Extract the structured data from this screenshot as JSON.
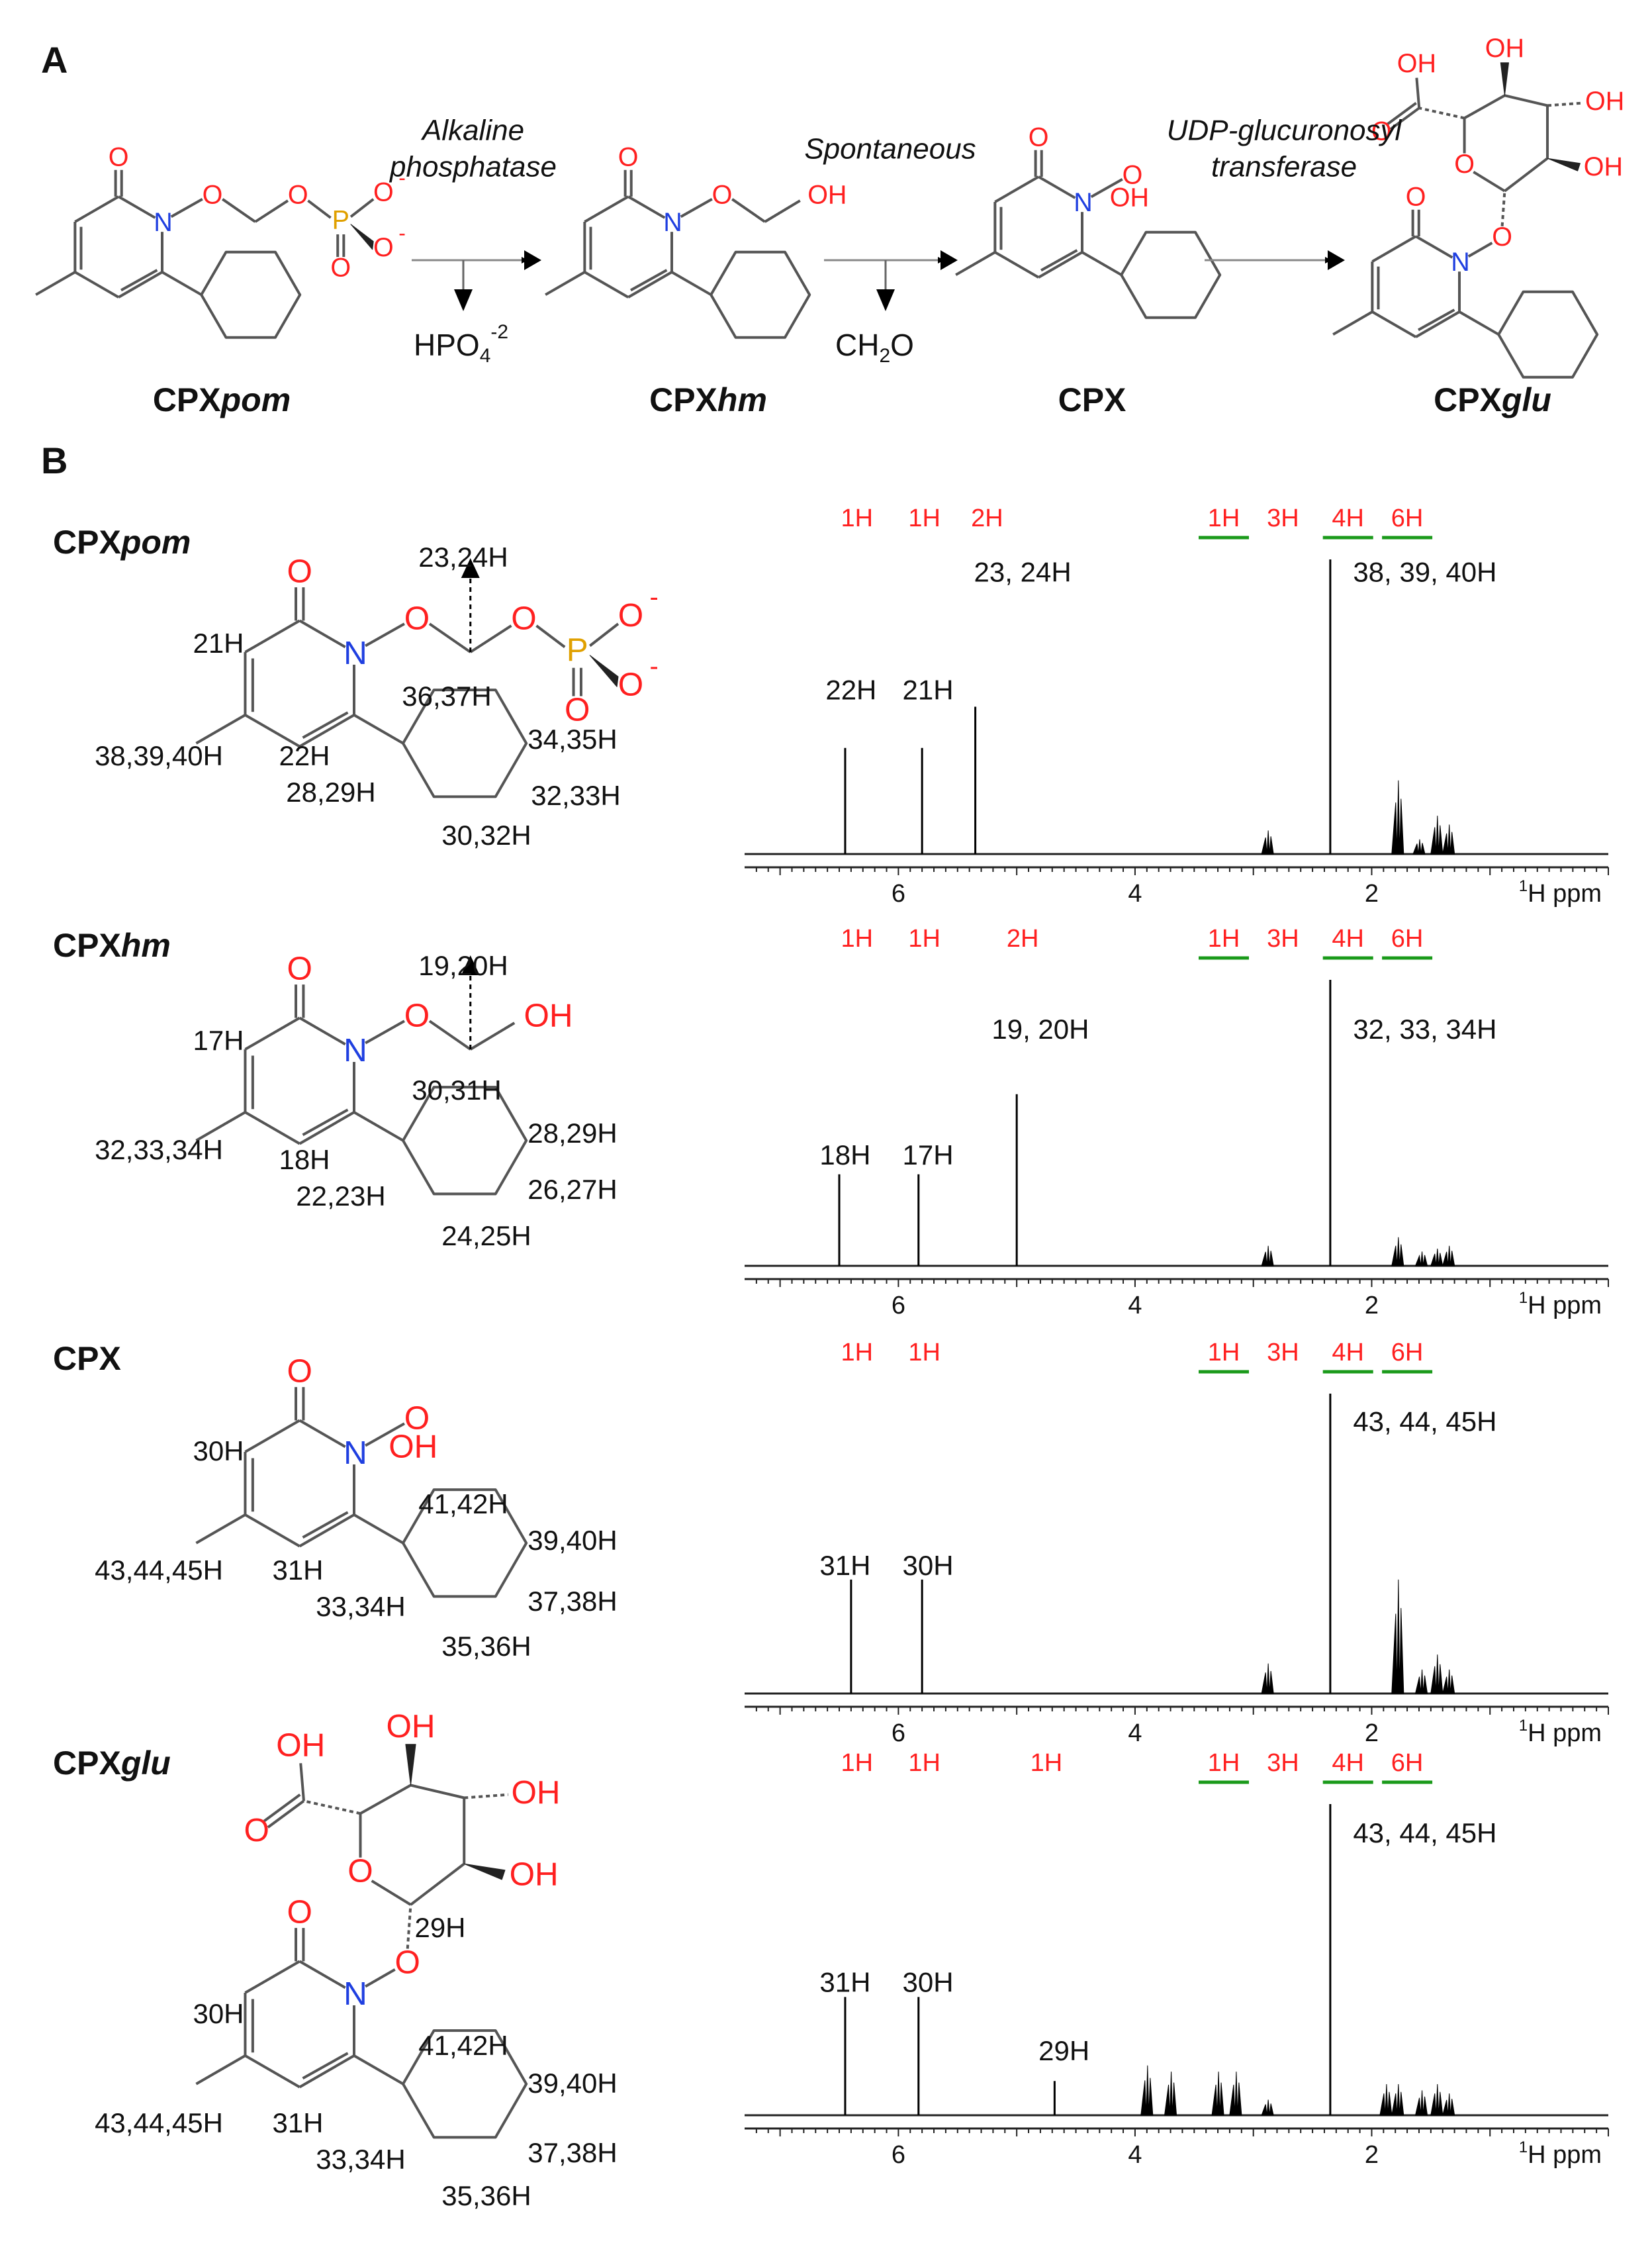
{
  "panel_a": {
    "label": "A",
    "compounds": [
      "CPXpom",
      "CPXhm",
      "CPX",
      "CPXglu"
    ],
    "compound_names": [
      {
        "prefix": "CPX",
        "suffix": "pom"
      },
      {
        "prefix": "CPX",
        "suffix": "hm"
      },
      {
        "prefix": "CPX",
        "suffix": ""
      },
      {
        "prefix": "CPX",
        "suffix": "glu"
      }
    ],
    "steps": [
      {
        "enzyme": [
          "Alkaline",
          "phosphatase"
        ],
        "byproduct": "HPO4-2"
      },
      {
        "enzyme": [
          "Spontaneous"
        ],
        "byproduct": "CH2O"
      },
      {
        "enzyme": [
          "UDP-glucuronosyl",
          "transferase"
        ],
        "byproduct": ""
      }
    ],
    "byproduct_parts": [
      {
        "base": "HPO",
        "sub": "4",
        "sup": "-2"
      },
      {
        "base": "CH",
        "sub": "2",
        "after": "O"
      }
    ]
  },
  "panel_b": {
    "label": "B",
    "axis": {
      "ticks": [
        6,
        4,
        2
      ],
      "unit": "¹H ppm",
      "unit_sup": "1",
      "unit_text": "H ppm",
      "xlim": [
        7.3,
        0
      ]
    },
    "colors": {
      "integration_red": "#ff2020",
      "underline_green": "#1a9a1a",
      "heteroatom_red": "#ff2020",
      "nitrogen_blue": "#1f3fe0",
      "phosphorus": "#e0a000"
    },
    "spectra": [
      {
        "name": "CPXpom",
        "integrations": [
          {
            "label": "1H",
            "ppm": 6.35,
            "underline": false
          },
          {
            "label": "1H",
            "ppm": 5.78,
            "underline": false
          },
          {
            "label": "2H",
            "ppm": 5.25,
            "underline": false
          },
          {
            "label": "1H",
            "ppm": 3.25,
            "underline": true
          },
          {
            "label": "3H",
            "ppm": 2.75,
            "underline": false
          },
          {
            "label": "4H",
            "ppm": 2.2,
            "underline": true
          },
          {
            "label": "6H",
            "ppm": 1.7,
            "underline": true
          }
        ],
        "peak_labels": [
          {
            "label": "22H",
            "ppm": 6.4,
            "level": 0.55
          },
          {
            "label": "21H",
            "ppm": 5.75,
            "level": 0.55
          },
          {
            "label": "23, 24H",
            "ppm": 4.95,
            "level": 0.95
          },
          {
            "label": "38, 39, 40H",
            "ppm": 1.55,
            "level": 0.95
          }
        ],
        "peaks": [
          {
            "ppm": 6.45,
            "h": 0.36
          },
          {
            "ppm": 5.8,
            "h": 0.36
          },
          {
            "ppm": 5.35,
            "h": 0.5
          },
          {
            "ppm": 2.88,
            "h": 0.08,
            "multiplet": true
          },
          {
            "ppm": 2.35,
            "h": 1.0
          },
          {
            "ppm": 1.78,
            "h": 0.25,
            "multiplet": true
          },
          {
            "ppm": 1.6,
            "h": 0.05,
            "multiplet": true
          },
          {
            "ppm": 1.45,
            "h": 0.13,
            "multiplet": true
          },
          {
            "ppm": 1.35,
            "h": 0.1,
            "multiplet": true
          }
        ]
      },
      {
        "name": "CPXhm",
        "integrations": [
          {
            "label": "1H",
            "ppm": 6.35,
            "underline": false
          },
          {
            "label": "1H",
            "ppm": 5.78,
            "underline": false
          },
          {
            "label": "2H",
            "ppm": 4.95,
            "underline": false
          },
          {
            "label": "1H",
            "ppm": 3.25,
            "underline": true
          },
          {
            "label": "3H",
            "ppm": 2.75,
            "underline": false
          },
          {
            "label": "4H",
            "ppm": 2.2,
            "underline": true
          },
          {
            "label": "6H",
            "ppm": 1.7,
            "underline": true
          }
        ],
        "peak_labels": [
          {
            "label": "18H",
            "ppm": 6.45,
            "level": 0.38
          },
          {
            "label": "17H",
            "ppm": 5.75,
            "level": 0.38
          },
          {
            "label": "19, 20H",
            "ppm": 4.8,
            "level": 0.82
          },
          {
            "label": "32, 33, 34H",
            "ppm": 1.55,
            "level": 0.82
          }
        ],
        "peaks": [
          {
            "ppm": 6.5,
            "h": 0.32
          },
          {
            "ppm": 5.83,
            "h": 0.32
          },
          {
            "ppm": 5.0,
            "h": 0.6
          },
          {
            "ppm": 2.88,
            "h": 0.07,
            "multiplet": true
          },
          {
            "ppm": 2.35,
            "h": 1.0
          },
          {
            "ppm": 1.78,
            "h": 0.1,
            "multiplet": true
          },
          {
            "ppm": 1.58,
            "h": 0.05,
            "multiplet": true
          },
          {
            "ppm": 1.45,
            "h": 0.06,
            "multiplet": true
          },
          {
            "ppm": 1.35,
            "h": 0.07,
            "multiplet": true
          }
        ]
      },
      {
        "name": "CPX",
        "integrations": [
          {
            "label": "1H",
            "ppm": 6.35,
            "underline": false
          },
          {
            "label": "1H",
            "ppm": 5.78,
            "underline": false
          },
          {
            "label": "1H",
            "ppm": 3.25,
            "underline": true
          },
          {
            "label": "3H",
            "ppm": 2.75,
            "underline": false
          },
          {
            "label": "4H",
            "ppm": 2.2,
            "underline": true
          },
          {
            "label": "6H",
            "ppm": 1.7,
            "underline": true
          }
        ],
        "peak_labels": [
          {
            "label": "31H",
            "ppm": 6.45,
            "level": 0.42
          },
          {
            "label": "30H",
            "ppm": 5.75,
            "level": 0.42
          },
          {
            "label": "43, 44, 45H",
            "ppm": 1.55,
            "level": 0.9
          }
        ],
        "peaks": [
          {
            "ppm": 6.4,
            "h": 0.38
          },
          {
            "ppm": 5.8,
            "h": 0.38
          },
          {
            "ppm": 2.88,
            "h": 0.1,
            "multiplet": true
          },
          {
            "ppm": 2.35,
            "h": 1.0
          },
          {
            "ppm": 1.78,
            "h": 0.38,
            "multiplet": true
          },
          {
            "ppm": 1.58,
            "h": 0.08,
            "multiplet": true
          },
          {
            "ppm": 1.45,
            "h": 0.13,
            "multiplet": true
          },
          {
            "ppm": 1.35,
            "h": 0.08,
            "multiplet": true
          }
        ]
      },
      {
        "name": "CPXglu",
        "integrations": [
          {
            "label": "1H",
            "ppm": 6.35,
            "underline": false
          },
          {
            "label": "1H",
            "ppm": 5.78,
            "underline": false
          },
          {
            "label": "1H",
            "ppm": 4.75,
            "underline": false
          },
          {
            "label": "1H",
            "ppm": 3.25,
            "underline": true
          },
          {
            "label": "3H",
            "ppm": 2.75,
            "underline": false
          },
          {
            "label": "4H",
            "ppm": 2.2,
            "underline": true
          },
          {
            "label": "6H",
            "ppm": 1.7,
            "underline": true
          }
        ],
        "peak_labels": [
          {
            "label": "31H",
            "ppm": 6.45,
            "level": 0.42
          },
          {
            "label": "30H",
            "ppm": 5.75,
            "level": 0.42
          },
          {
            "label": "29H",
            "ppm": 4.6,
            "level": 0.2
          },
          {
            "label": "43, 44, 45H",
            "ppm": 1.55,
            "level": 0.9
          }
        ],
        "peaks": [
          {
            "ppm": 6.45,
            "h": 0.38
          },
          {
            "ppm": 5.83,
            "h": 0.38
          },
          {
            "ppm": 4.68,
            "h": 0.11
          },
          {
            "ppm": 3.9,
            "h": 0.16,
            "multiplet": true
          },
          {
            "ppm": 3.7,
            "h": 0.14,
            "multiplet": true
          },
          {
            "ppm": 3.3,
            "h": 0.14,
            "multiplet": true
          },
          {
            "ppm": 3.15,
            "h": 0.14,
            "multiplet": true
          },
          {
            "ppm": 2.88,
            "h": 0.05,
            "multiplet": true
          },
          {
            "ppm": 2.35,
            "h": 1.0
          },
          {
            "ppm": 1.88,
            "h": 0.1,
            "multiplet": true
          },
          {
            "ppm": 1.78,
            "h": 0.1,
            "multiplet": true
          },
          {
            "ppm": 1.58,
            "h": 0.08,
            "multiplet": true
          },
          {
            "ppm": 1.45,
            "h": 0.1,
            "multiplet": true
          },
          {
            "ppm": 1.35,
            "h": 0.07,
            "multiplet": true
          }
        ]
      }
    ],
    "structures": [
      {
        "title_prefix": "CPX",
        "title_suffix": "pom",
        "labels": [
          "23,24H",
          "21H",
          "36,37H",
          "34,35H",
          "38,39,40H",
          "22H",
          "28,29H",
          "32,33H",
          "30,32H"
        ]
      },
      {
        "title_prefix": "CPX",
        "title_suffix": "hm",
        "labels": [
          "19,20H",
          "17H",
          "30,31H",
          "28,29H",
          "32,33,34H",
          "18H",
          "22,23H",
          "26,27H",
          "24,25H"
        ]
      },
      {
        "title_prefix": "CPX",
        "title_suffix": "",
        "labels": [
          "30H",
          "41,42H",
          "39,40H",
          "43,44,45H",
          "31H",
          "33,34H",
          "37,38H",
          "35,36H"
        ]
      },
      {
        "title_prefix": "CPX",
        "title_suffix": "glu",
        "labels": [
          "29H",
          "30H",
          "41,42H",
          "39,40H",
          "43,44,45H",
          "31H",
          "33,34H",
          "37,38H",
          "35,36H"
        ]
      }
    ]
  },
  "atoms": {
    "O": "O",
    "N": "N",
    "P": "P",
    "OH": "OH",
    "minus": "-"
  }
}
